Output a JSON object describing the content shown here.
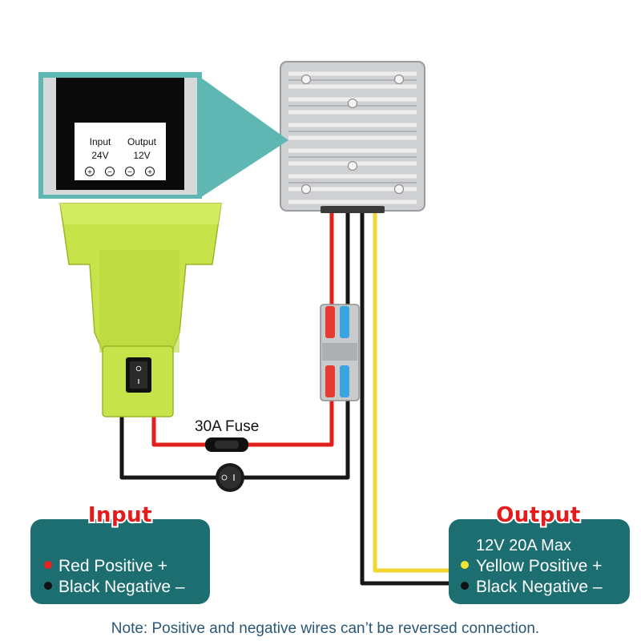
{
  "callout": {
    "input_label": "Input",
    "input_voltage": "24V",
    "output_label": "Output",
    "output_voltage": "12V",
    "terminal_plus": "+",
    "terminal_minus": "−"
  },
  "fuse_label": "30A Fuse",
  "input_box": {
    "title": "Input",
    "items": [
      {
        "text": "Red Positive +",
        "dot_color": "#e8231f"
      },
      {
        "text": "Black Negative –",
        "dot_color": "#111111"
      }
    ]
  },
  "output_box": {
    "title": "Output",
    "spec": "12V 20A Max",
    "items": [
      {
        "text": "Yellow Positive +",
        "dot_color": "#f2e531"
      },
      {
        "text": "Black Negative –",
        "dot_color": "#111111"
      }
    ]
  },
  "note": "Note: Positive and negative wires can’t be reversed connection.",
  "colors": {
    "teal": "#1d6e70",
    "callout_teal": "#5fb7b3",
    "adapter_green": "#c6e34a",
    "red_wire": "#e0201c",
    "black_wire": "#161616",
    "yellow_wire": "#f2d730",
    "title_red": "#e31b1b",
    "note_blue": "#2b5876",
    "connector_blue": "#3aa4e0"
  }
}
